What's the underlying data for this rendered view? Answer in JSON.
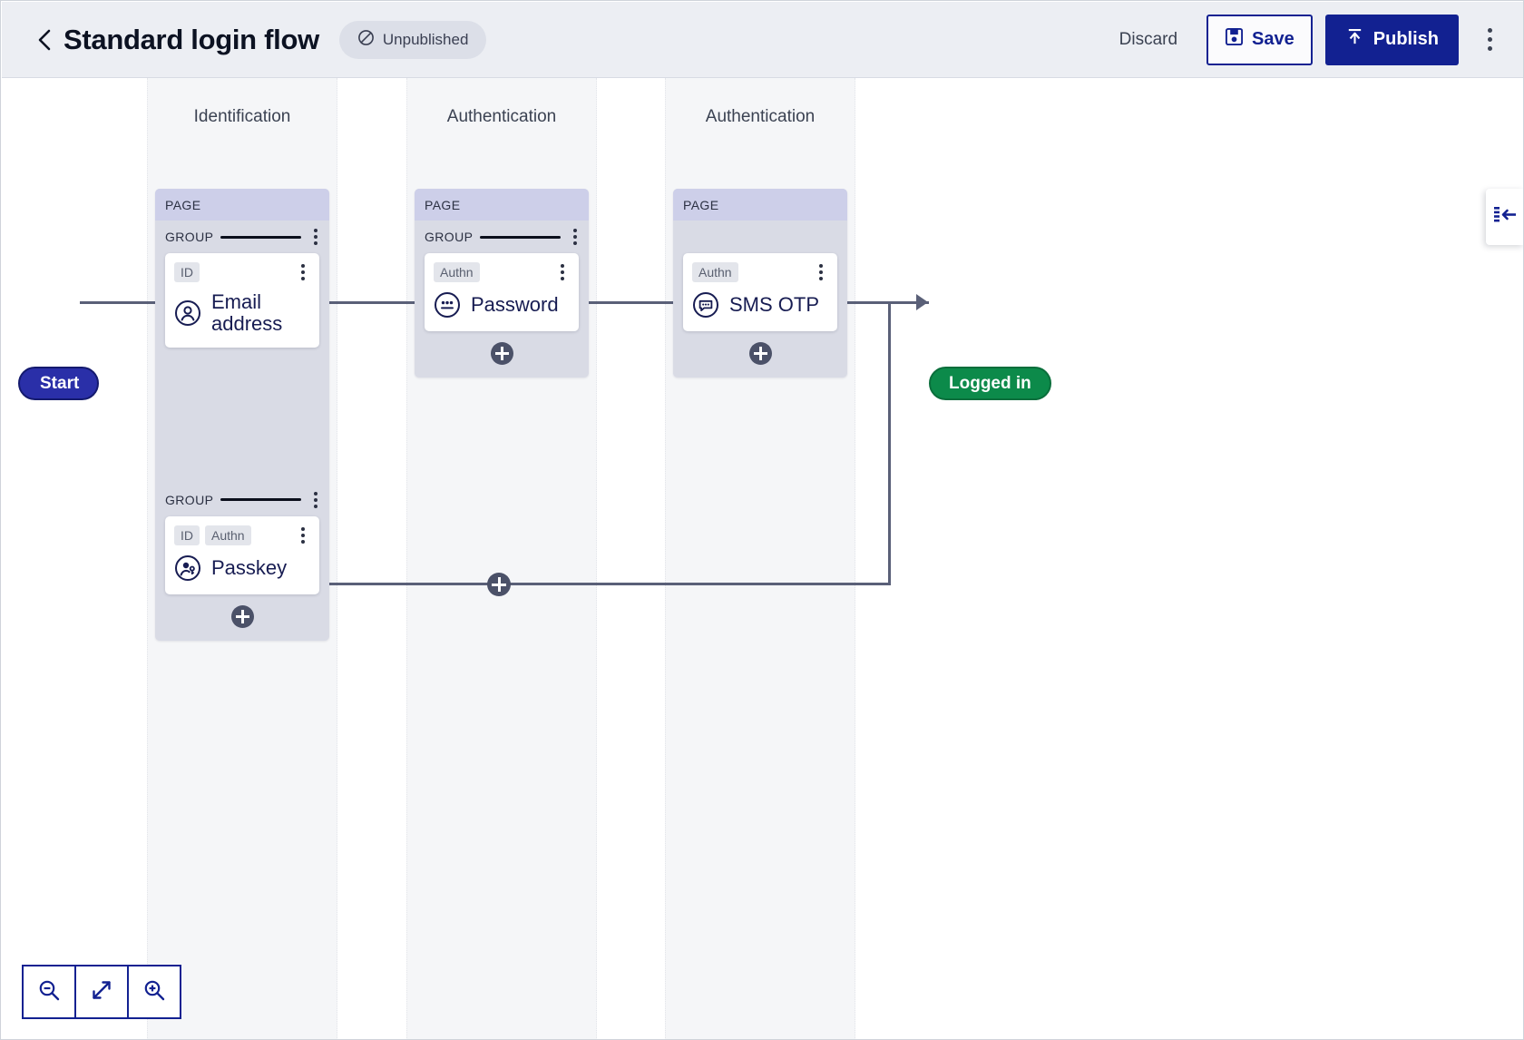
{
  "header": {
    "back_icon": "chevron-left-icon",
    "title": "Standard login flow",
    "status": {
      "icon": "prohibited-icon",
      "label": "Unpublished"
    },
    "discard_label": "Discard",
    "save_label": "Save",
    "save_icon": "floppy-disk-icon",
    "publish_label": "Publish",
    "publish_icon": "upload-icon",
    "overflow_icon": "kebab-menu-icon"
  },
  "flow": {
    "start_label": "Start",
    "end_label": "Logged in",
    "page_label": "PAGE",
    "group_label": "GROUP"
  },
  "columns": [
    {
      "title": "Identification",
      "groups": [
        {
          "label": "GROUP",
          "cards": [
            {
              "tags": [
                "ID"
              ],
              "label": "Email address",
              "icon": "user-circle-icon"
            }
          ]
        },
        {
          "label": "GROUP",
          "cards": [
            {
              "tags": [
                "ID",
                "Authn"
              ],
              "label": "Passkey",
              "icon": "user-key-circle-icon"
            }
          ]
        }
      ]
    },
    {
      "title": "Authentication",
      "groups": [
        {
          "label": "GROUP",
          "cards": [
            {
              "tags": [
                "Authn"
              ],
              "label": "Password",
              "icon": "password-dots-circle-icon"
            }
          ]
        }
      ]
    },
    {
      "title": "Authentication",
      "groups": [
        {
          "label": null,
          "cards": [
            {
              "tags": [
                "Authn"
              ],
              "label": "SMS OTP",
              "icon": "message-bubble-circle-icon"
            }
          ]
        }
      ]
    }
  ],
  "panel_toggle": {
    "icon": "expand-panel-left-icon"
  },
  "zoom_controls": [
    {
      "icon": "zoom-out-icon",
      "name": "zoom-out-button"
    },
    {
      "icon": "fit-to-screen-icon",
      "name": "fit-to-screen-button"
    },
    {
      "icon": "zoom-in-icon",
      "name": "zoom-in-button"
    }
  ],
  "colors": {
    "brand_blue": "#122191",
    "node_blue": "#171c52",
    "success_green": "#0c8a4a",
    "page_banner": "#cdcfe9",
    "edge_gray": "#5a6078"
  }
}
